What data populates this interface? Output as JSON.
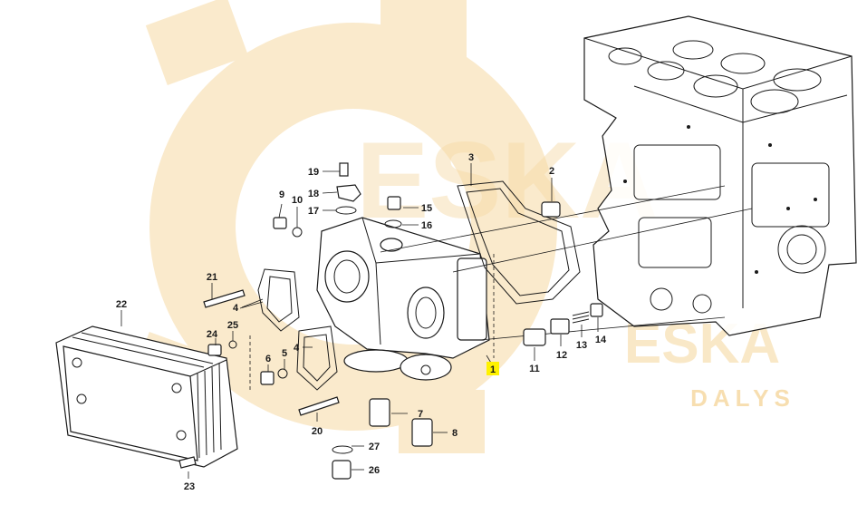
{
  "watermark": {
    "brand": "ESKA",
    "brand_secondary": "ESKA",
    "subtitle": "DALYS",
    "color": "#f6d9a3"
  },
  "highlight_color": "#fff200",
  "callouts": [
    {
      "id": "c1",
      "label": "1",
      "highlighted": true
    },
    {
      "id": "c2",
      "label": "2"
    },
    {
      "id": "c3",
      "label": "3"
    },
    {
      "id": "c4a",
      "label": "4"
    },
    {
      "id": "c4b",
      "label": "4"
    },
    {
      "id": "c5",
      "label": "5"
    },
    {
      "id": "c6",
      "label": "6"
    },
    {
      "id": "c7",
      "label": "7"
    },
    {
      "id": "c8",
      "label": "8"
    },
    {
      "id": "c9",
      "label": "9"
    },
    {
      "id": "c10",
      "label": "10"
    },
    {
      "id": "c11",
      "label": "11"
    },
    {
      "id": "c12",
      "label": "12"
    },
    {
      "id": "c13",
      "label": "13"
    },
    {
      "id": "c14",
      "label": "14"
    },
    {
      "id": "c15",
      "label": "15"
    },
    {
      "id": "c16",
      "label": "16"
    },
    {
      "id": "c17",
      "label": "17"
    },
    {
      "id": "c18",
      "label": "18"
    },
    {
      "id": "c19",
      "label": "19"
    },
    {
      "id": "c20",
      "label": "20"
    },
    {
      "id": "c21",
      "label": "21"
    },
    {
      "id": "c22",
      "label": "22"
    },
    {
      "id": "c23",
      "label": "23"
    },
    {
      "id": "c24",
      "label": "24"
    },
    {
      "id": "c25",
      "label": "25"
    },
    {
      "id": "c26",
      "label": "26"
    },
    {
      "id": "c27",
      "label": "27"
    }
  ]
}
